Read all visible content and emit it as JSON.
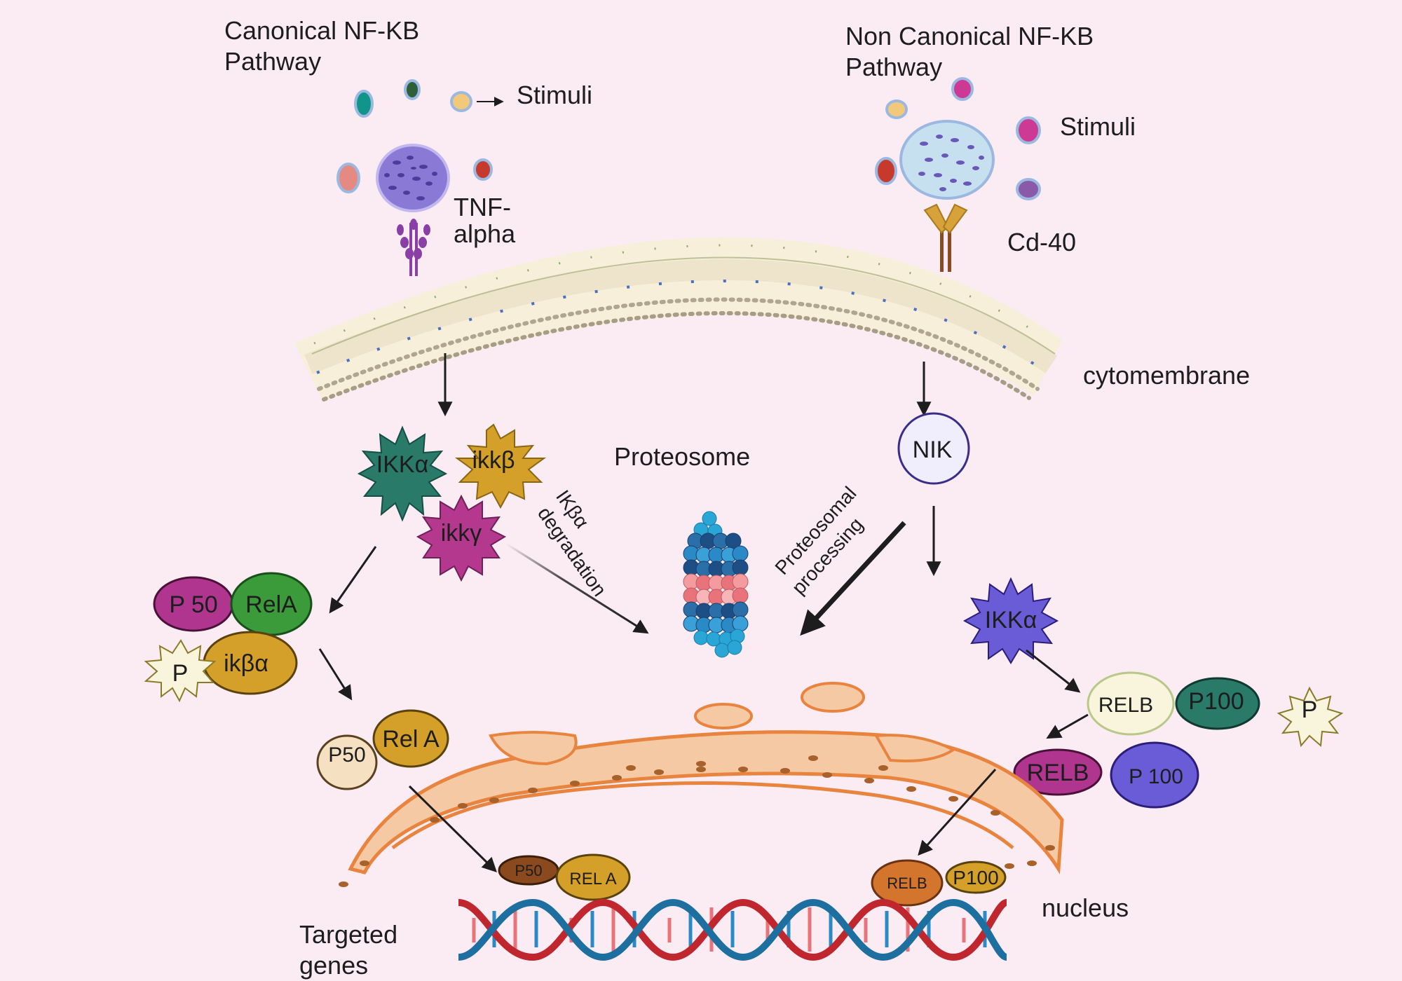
{
  "canonical": {
    "title_line1": "Canonical NF-KB",
    "title_line2": "Pathway",
    "stimuli_label": "Stimuli",
    "receptor_line1": "TNF-",
    "receptor_line2": "alpha",
    "ikk_alpha": "IKKα",
    "ikk_beta": "ikkβ",
    "ikk_gamma": "ikkγ",
    "complex": {
      "p50": "P 50",
      "rela": "RelA",
      "ikb": "ikβα",
      "p": "P"
    },
    "released": {
      "p50": "P50",
      "rela": "Rel A"
    },
    "nuclear": {
      "p50": "P50",
      "rela": "REL A"
    },
    "degradation_line1": "IKβα",
    "degradation_line2": "degradation"
  },
  "noncanonical": {
    "title_line1": "Non Canonical NF-KB",
    "title_line2": "Pathway",
    "stimuli_label": "Stimuli",
    "receptor": "Cd-40",
    "nik": "NIK",
    "ikk_alpha": "IKKα",
    "complex": {
      "relb": "RELB",
      "p100": "P100",
      "p": "P"
    },
    "processed": {
      "relb": "RELB",
      "p100": "P 100"
    },
    "nuclear": {
      "relb": "RELB",
      "p100": "P100"
    },
    "processing_line1": "Proteosomal",
    "processing_line2": "processing"
  },
  "proteosome_label": "Proteosome",
  "membrane_label": "cytomembrane",
  "nucleus_label": "nucleus",
  "genes_line1": "Targeted",
  "genes_line2": "genes",
  "colors": {
    "background": "#fbecf3",
    "ikk_alpha_canonical": "#2a7a6a",
    "ikk_beta": "#d4a02a",
    "ikk_gamma": "#b5388f",
    "ikk_alpha_noncanonical": "#6a5bd6",
    "p50": "#b0358e",
    "rela": "#3b9a3a",
    "ikba": "#d4a02a",
    "relb_light": "#f8f5dc",
    "p100_dark": "#2a7a6a",
    "relb_magenta": "#b0358e",
    "p100_blue": "#6a5bd6",
    "nucleus": "#f5c9a4",
    "nucleus_outline": "#e8843e"
  }
}
